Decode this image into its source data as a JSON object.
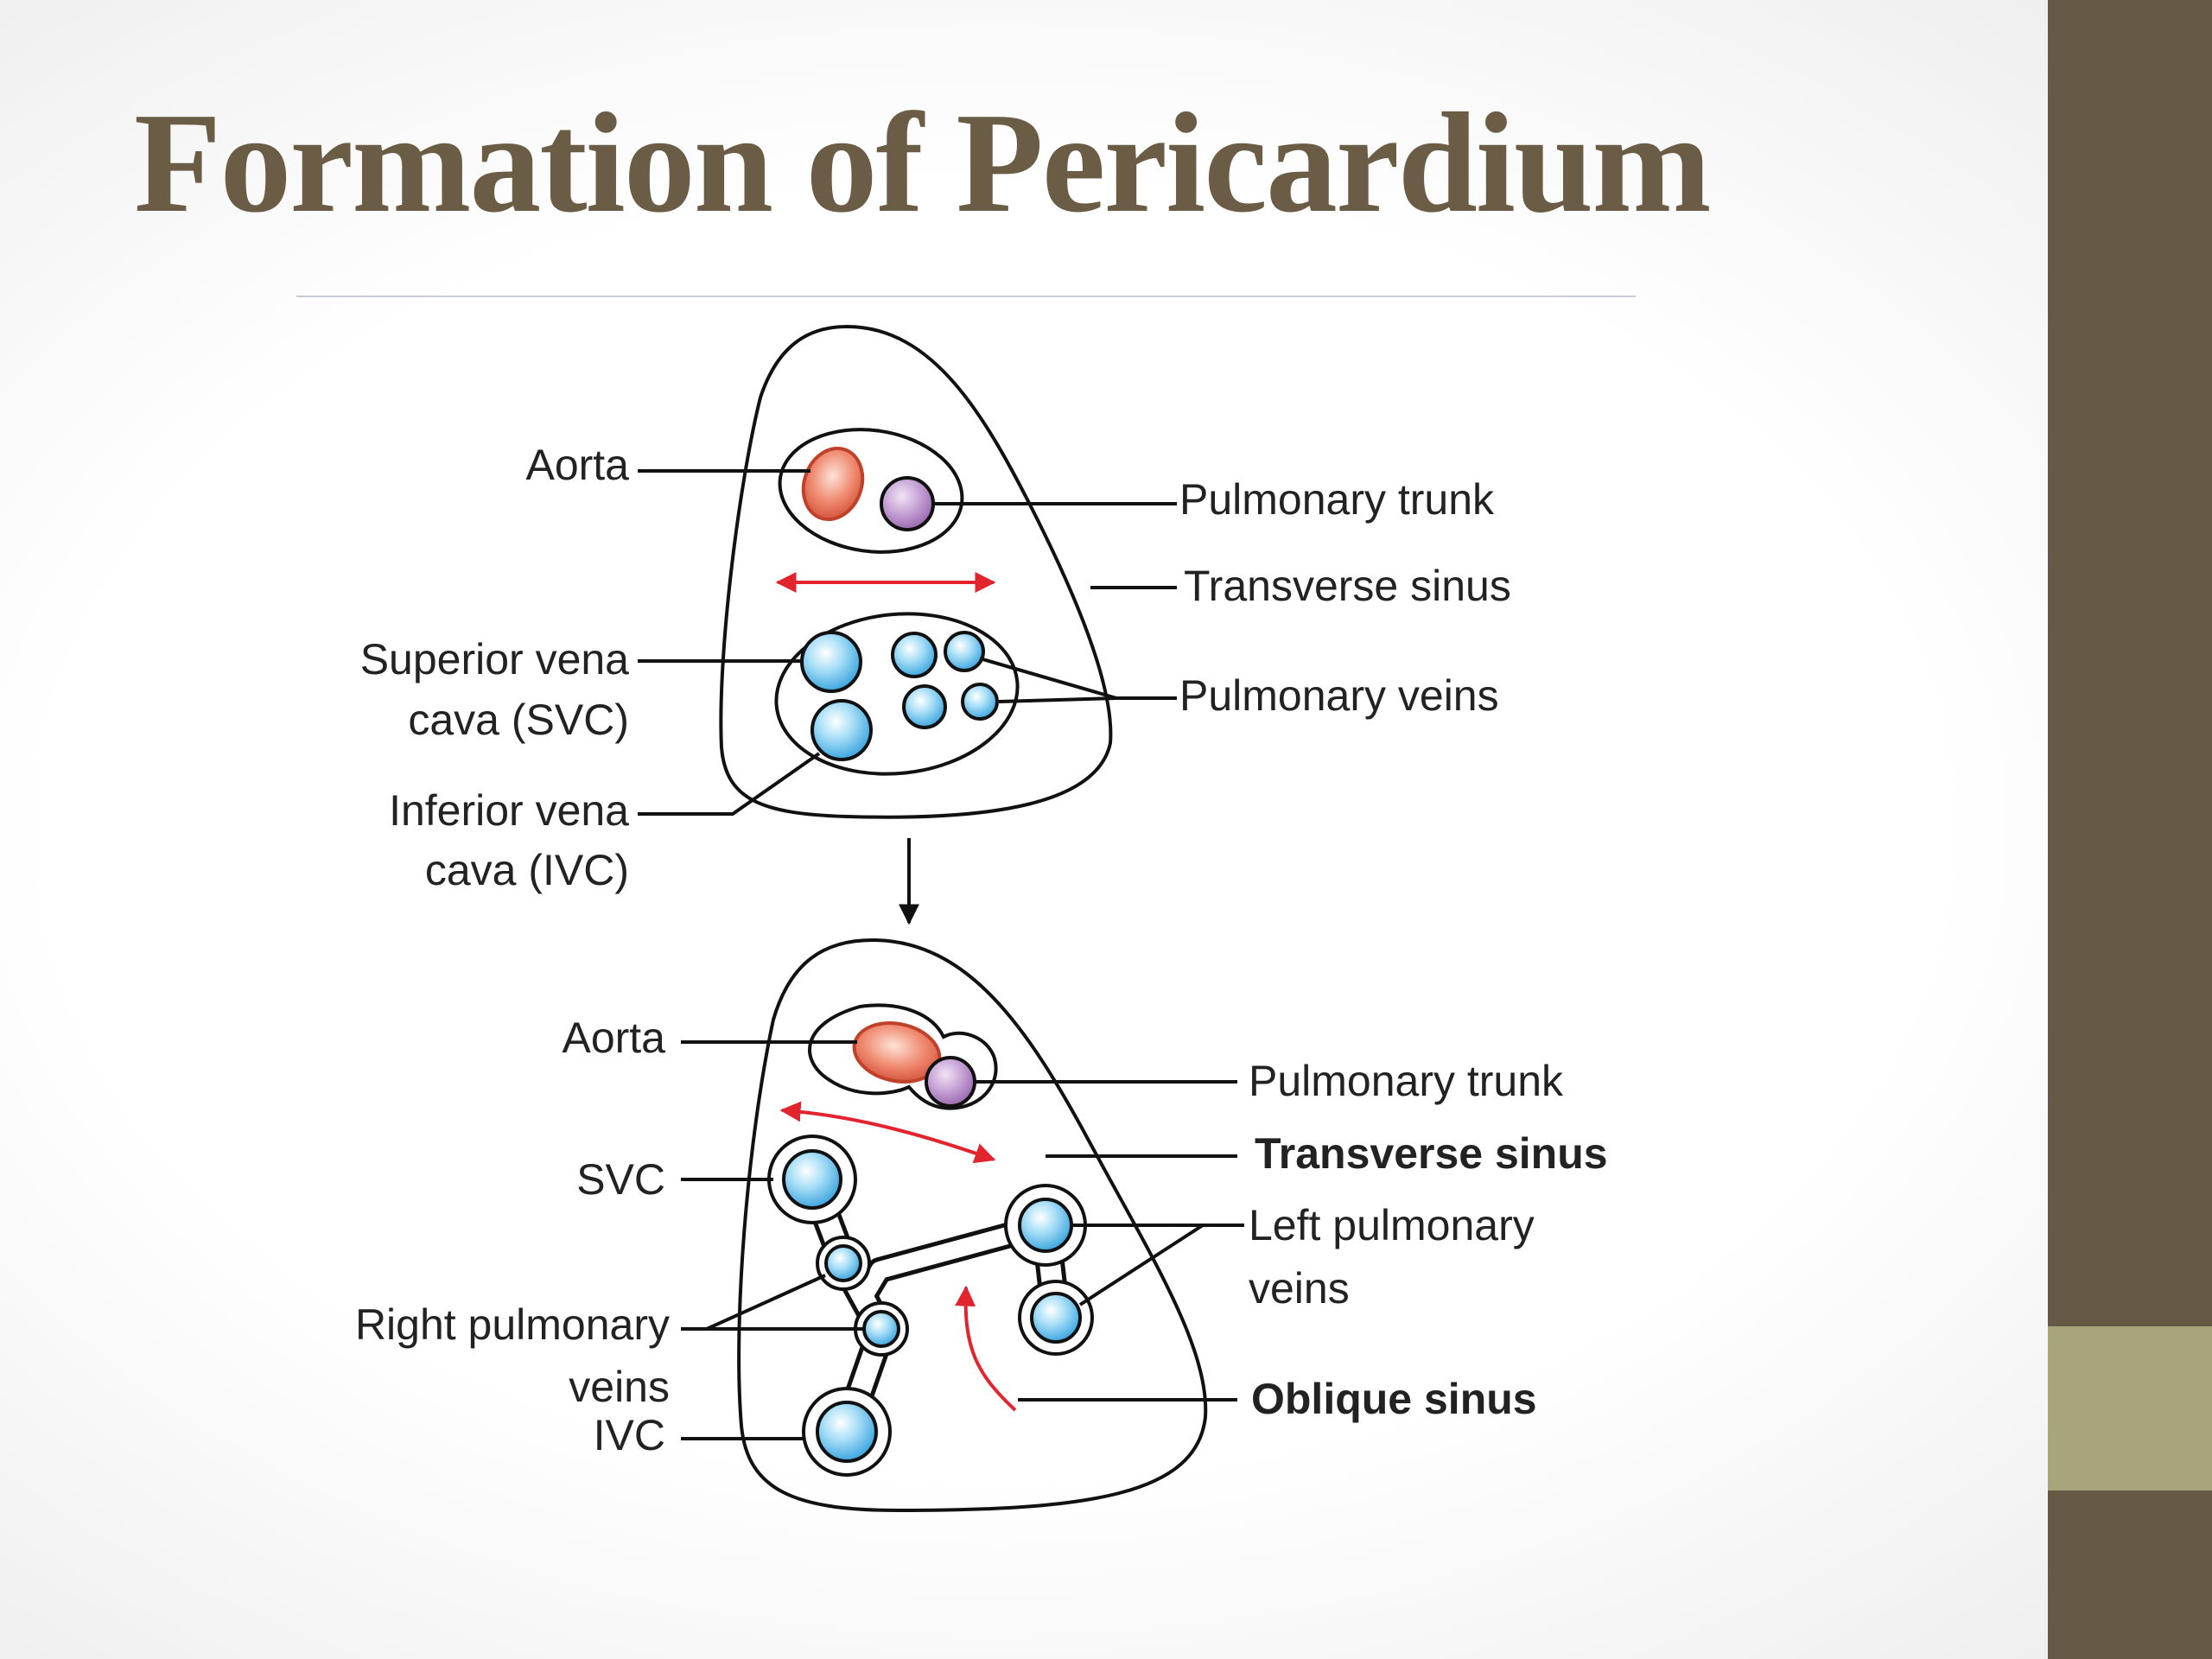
{
  "title": "Formation of Pericardium",
  "colors": {
    "title": "#6b5d45",
    "sidebar": "#665a46",
    "sidebar_accent": "#a8a47c",
    "aorta": "#e8735a",
    "pulmonary_trunk": "#b48cc4",
    "vein": "#7cc8ef",
    "arrow_red": "#e2242f"
  },
  "diagram": {
    "top": {
      "aorta": "Aorta",
      "pulmonary_trunk": "Pulmonary trunk",
      "transverse_sinus": "Transverse sinus",
      "svc_line1": "Superior vena",
      "svc_line2": "cava (SVC)",
      "pulmonary_veins": "Pulmonary veins",
      "ivc_line1": "Inferior vena",
      "ivc_line2": "cava (IVC)"
    },
    "bottom": {
      "aorta": "Aorta",
      "pulmonary_trunk": "Pulmonary trunk",
      "transverse_sinus": "Transverse sinus",
      "svc": "SVC",
      "left_pv_line1": "Left pulmonary",
      "left_pv_line2": "veins",
      "right_pv_line1": "Right pulmonary",
      "right_pv_line2": "veins",
      "ivc": "IVC",
      "oblique_sinus": "Oblique sinus"
    }
  }
}
